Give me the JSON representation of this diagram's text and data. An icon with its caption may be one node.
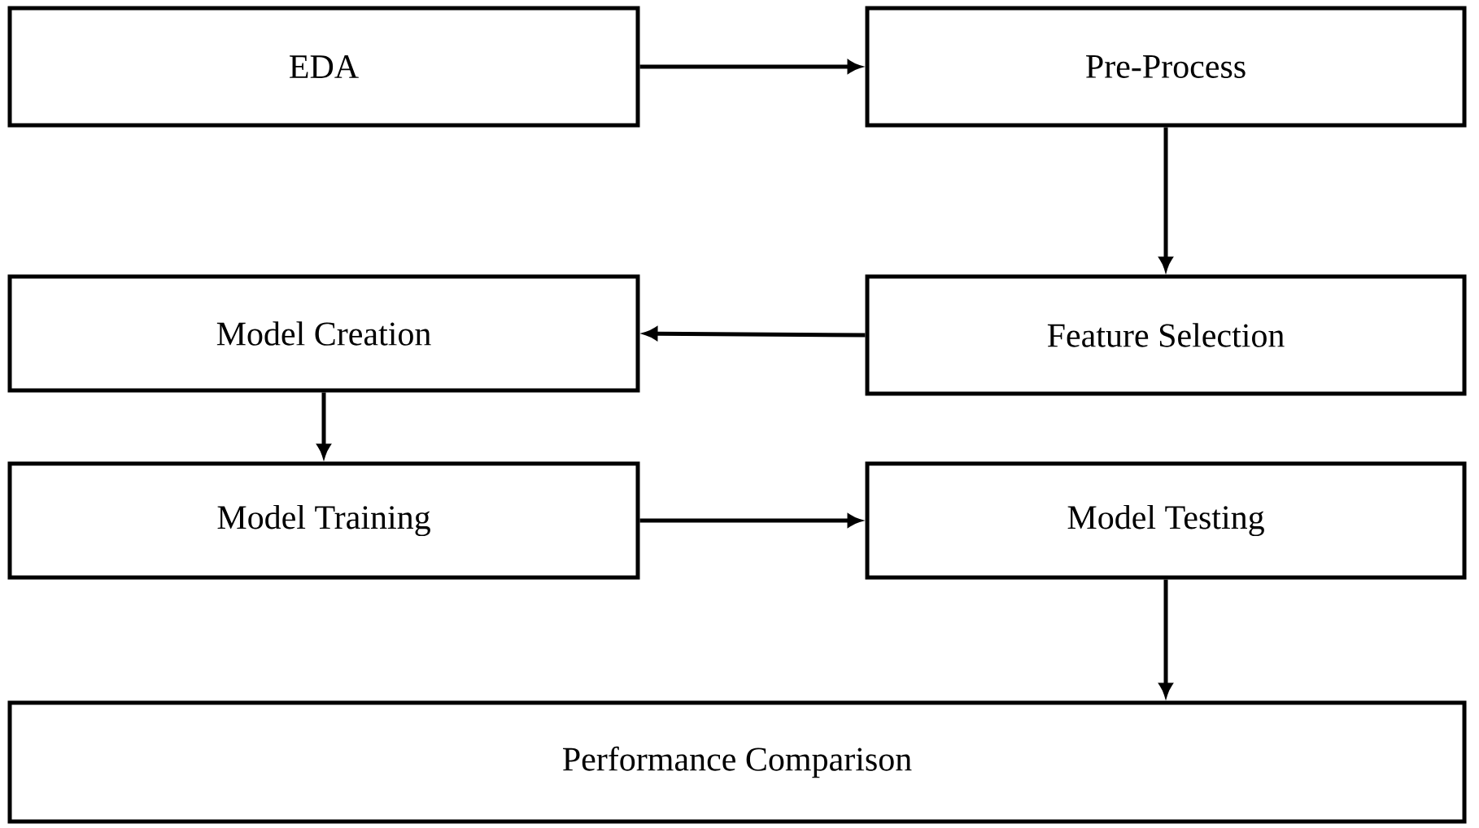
{
  "diagram": {
    "nodes": [
      {
        "text": [
          "EDA"
        ]
      },
      {
        "text": [
          "Pre-Process"
        ]
      },
      {
        "text": [
          "Model Creation"
        ]
      },
      {
        "text": [
          "Feature Selection"
        ]
      },
      {
        "text": [
          "Model Training"
        ]
      },
      {
        "text": [
          "Model Testing"
        ]
      },
      {
        "text": [
          "Performance Comparison"
        ]
      }
    ],
    "edges": [
      {
        "from": 0,
        "to": 1,
        "arrow": "to"
      },
      {
        "from": 1,
        "to": 3,
        "arrow": "to"
      },
      {
        "from": 3,
        "to": 2,
        "arrow": "to"
      },
      {
        "from": 2,
        "to": 4,
        "arrow": "to"
      },
      {
        "from": 4,
        "to": 5,
        "arrow": "to"
      },
      {
        "from": 5,
        "to": 6,
        "arrow": "to"
      }
    ]
  }
}
